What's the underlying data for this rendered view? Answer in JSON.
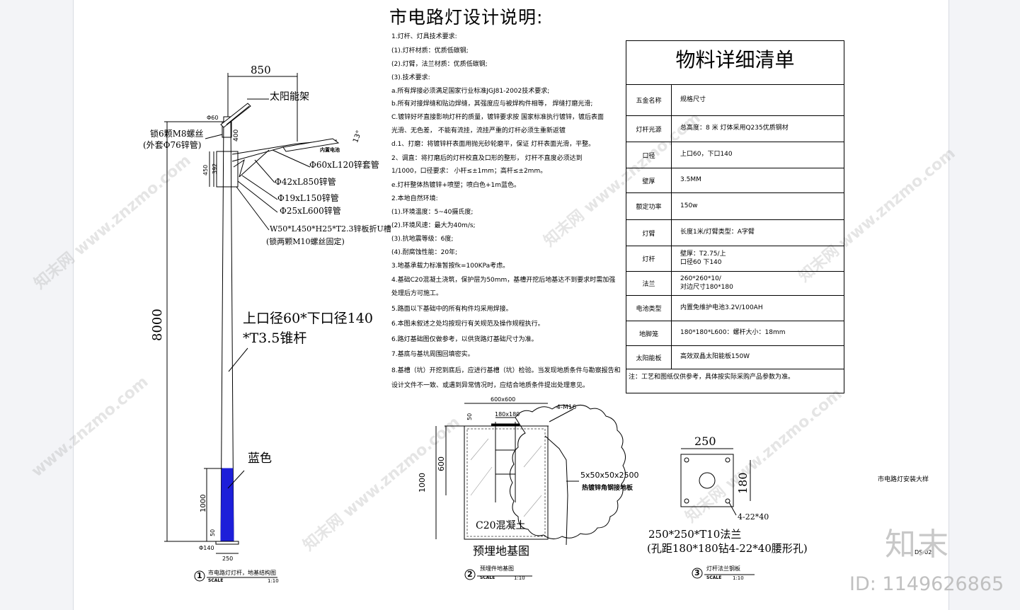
{
  "title": "市电路灯设计说明:",
  "spec_lines": [
    "1.灯杆、灯具技术要求:",
    "(1).灯杆材质：优质低碳钢;",
    "(2).灯臂，法兰材质：优质低碳钢;",
    "(3).技术要求:",
    "a.所有焊接必须满足国家行业标准JGJ81-2002技术要求;",
    "b.所有对接焊缝和贴边焊缝，其强度应与被焊构件相等，  焊缝打磨光滑;",
    "C.镀锌好坏直接影响灯杆的质量，镀锌要求按 国家标准执行镀锌，镀后表面",
    "光滑、无色差，  不能有流挂，流挂严重的灯杆必须生重新返镀",
    "d.1、打磨：将镀锌杆表面用抛光砂轮磨平，保证 灯杆表面光滑，平整。",
    "   2、调直：将打磨后的灯杆校直及口形的整形，  灯杆不直度必须达到",
    "1/1000，口径要求： 小杆≤±1mm；高杆≤±2mm。",
    "e.灯杆整体热镀锌+喷塑；喷白色+1m蓝色。",
    "2.本地自然环境:",
    "(1).环境温度：5~40摄氏度;",
    "(2).环境风速：最大为40m/s;",
    "(3).抗地震等级：6度;",
    "(4).耐腐蚀性能：20年;",
    "3.地基承载力标准暂按fk=100KPa考虑。",
    "4.基础C20混凝土浇筑，保护层为50mm，基槽开挖后地基达不到要求时需加强",
    " 处理后方可施工。",
    "5.路面以下基础中的所有构件均采用焊接。",
    "6.本图未叙述之处均按现行有关规范及操作规程执行。",
    "6.路灯基础图仅做参考，以供货路灯基础尺寸为准。",
    "7.基底与基坑周围回填密实。",
    "8.基槽（坑）开挖到底后，应进行基槽（坑）检验。当发现地质条件与勘察报告和",
    "     设计文件不一致、或遇到异常情况时，应结合地质条件提出处理意见。"
  ],
  "materials": {
    "title": "物料详细清单",
    "rows": [
      {
        "k": "五金名称",
        "v": "规格尺寸"
      },
      {
        "k": "灯杆光源",
        "v": "总高度：8 米    灯体采用Q235优质钢材"
      },
      {
        "k": "口径",
        "v": "上口60，下口140"
      },
      {
        "k": "壁厚",
        "v": "3.5MM"
      },
      {
        "k": "额定功率",
        "v": "150w"
      },
      {
        "k": "灯臂",
        "v": "长度1米/灯臂类型：A字臂"
      },
      {
        "k": "灯杆",
        "v": "壁厚：T2.75/上\n口径60 下140"
      },
      {
        "k": "法兰",
        "v": "260*260*10/\n对边尺寸180*180"
      },
      {
        "k": "电池类型",
        "v": "内置免维护电池3.2V/100AH"
      },
      {
        "k": "地脚笼",
        "v": "180*180*L600：螺杆大小：18mm"
      },
      {
        "k": "太阳能板",
        "v": "高效双晶太阳能板150W"
      }
    ],
    "note": "注：工艺和图纸仅供参考，具体按实际采购产品参数为准。"
  },
  "pole": {
    "dim_arm": "850",
    "dim_total": "8000",
    "dim_1000": "1000",
    "dim_50": "50",
    "dim_base": "250",
    "dim_400": "400",
    "dim_450": "450",
    "dim_392": "392",
    "phi60": "Φ60",
    "phi140": "Φ140",
    "angle": "13°",
    "solar_frame": "太阳能架",
    "lock_bolt": "锁6颗M8螺丝",
    "sleeve": "(外套Φ76锌管)",
    "tube1": "Φ60xL120锌套管",
    "tube2": "Φ42xL850锌管",
    "tube3": "Φ19xL150锌管",
    "tube4": "Φ25xL600锌管",
    "u_slot": "W50*L450*H25*T2.3锌板折U槽",
    "u_slot2": "(锁两颗M10螺丝固定)",
    "lamp_label": "内置电池",
    "cone1": "上口径60*下口径140",
    "cone2": "*T3.5锥杆",
    "blue_label": "蓝色",
    "caption_num": "1",
    "caption": "市电路灯灯杆，地基结构图",
    "scale": "SCALE",
    "ratio": "1:10"
  },
  "foundation": {
    "dim_top": "600x600",
    "dim_180": "180x180",
    "dim_50": "50",
    "dim_600": "600",
    "dim_1000": "1000",
    "m16": "4-M16",
    "angle_steel": "5x50x50x2500",
    "ground_plate": "热镀锌角钢接地板",
    "concrete": "C20混凝土",
    "caption_big": "预埋地基图",
    "caption_num": "2",
    "caption": "预埋件地基图",
    "scale": "SCALE",
    "ratio": "1:10"
  },
  "flange": {
    "dim_250": "250",
    "dim_180": "180",
    "holes": "4-22*40",
    "desc1": "250*250*T10法兰",
    "desc2": "(孔距180*180钻4-22*40腰形孔)",
    "caption_num": "3",
    "caption": "灯杆法兰钢板",
    "scale": "SCALE",
    "ratio": "1:10"
  },
  "side_title": "市电路灯安装大样",
  "sheet_no": "DS-02",
  "watermark": "www.znzmo.com",
  "watermark_cn": "知末网",
  "brand": "知末",
  "image_id": "ID: 1149626865",
  "colors": {
    "pole_blue": "#1d1fd9",
    "paper": "#ffffff",
    "background": "#f3f4f7"
  }
}
